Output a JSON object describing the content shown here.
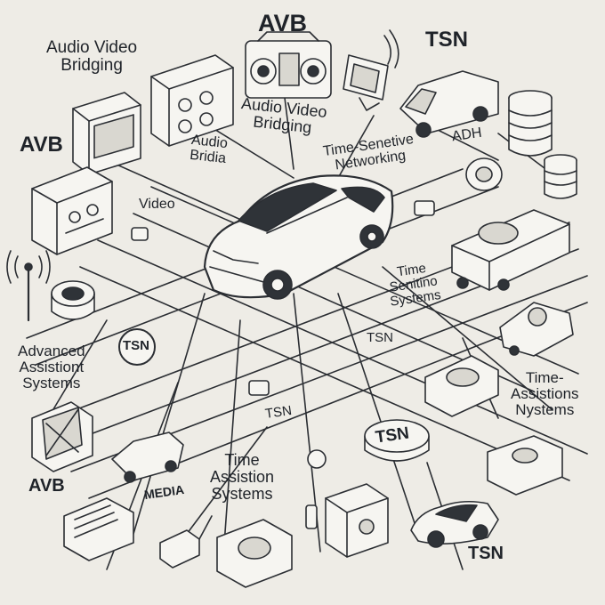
{
  "labels": {
    "avb_top": "AVB",
    "tsn_top": "TSN",
    "audio_video_bridging_top_left": "Audio Video\nBridging",
    "audio_video_bridging_center": "Audio Video\nBridging",
    "avb_left": "AVB",
    "audio_bridia": "Audio\nBridia",
    "time_sensetive_networking": "Time-Senetive\nNetworking",
    "adh": "ADH",
    "video": "Video",
    "time_senitino_systems": "Time\nSenitino\nSystems",
    "advanced_assistiont_systems": "Advanced\nAssistiont\nSystems",
    "tsn_badge_left": "TSN",
    "tsn_mid": "TSN",
    "tsn_small": "TSN",
    "time_assistions_nystems": "Time-\nAssistions\nNystems",
    "tsn_disk": "TSN",
    "avb_bottom_left": "AVB",
    "media": "MEDIA",
    "time_assistion_systems": "Time\nAssistion\nSystems",
    "tsn_bottom_right": "TSN"
  },
  "colors": {
    "background": "#eeece6",
    "line": "#2b2e33",
    "device_fill": "#f6f5f1",
    "device_shade": "#d9d7d0"
  },
  "icons": [
    "car-icon",
    "van-icon",
    "media-player-icon",
    "stereo-icon",
    "monitor-antenna-icon",
    "disc-stack-icon",
    "amplifier-icon",
    "speaker-icon",
    "wifi-antenna-icon",
    "chip-icon",
    "control-module-icon",
    "steering-unit-icon",
    "ecu-box-icon",
    "hard-drive-icon",
    "camera-icon",
    "sensor-box-icon",
    "small-car-icon",
    "connector-plug-icon"
  ]
}
